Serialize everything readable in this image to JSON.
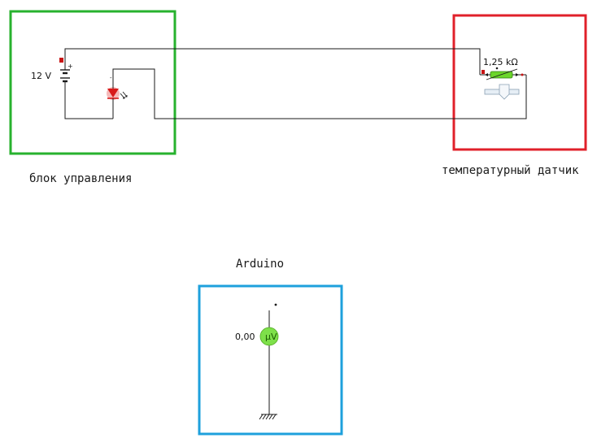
{
  "blocks": {
    "control_unit": {
      "caption": "блок управления",
      "frame_color": "#27b22e"
    },
    "temperature_sensor": {
      "caption": "температурный датчик",
      "frame_color": "#e0202a"
    },
    "arduino": {
      "caption": "Arduino",
      "frame_color": "#1ea0dc"
    }
  },
  "components": {
    "battery": {
      "voltage_label": "12 V",
      "plus_sign": "+"
    },
    "thermistor": {
      "resistance_label": "1,25 kΩ",
      "color": "#6bd62a"
    },
    "voltmeter": {
      "reading": "0,00",
      "unit": "µV",
      "color": "#7ee04a"
    },
    "led": {
      "color": "#d81b1b"
    }
  }
}
